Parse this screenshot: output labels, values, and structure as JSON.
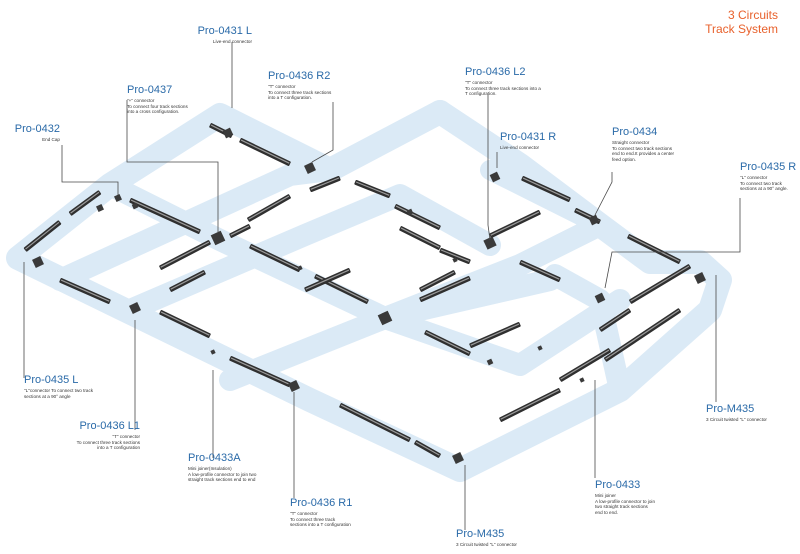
{
  "title": {
    "line1": "3 Circuits",
    "line2": "Track System"
  },
  "colors": {
    "title": "#e8612c",
    "code": "#2a6aa8",
    "band": "#dbeaf6",
    "rail": "#2f2f2f"
  },
  "labels": {
    "p0431l": {
      "code": "Pro-0431 L",
      "desc": [
        "Live-end connector"
      ]
    },
    "p0436r2": {
      "code": "Pro-0436 R2",
      "desc": [
        "\"T\" connector",
        "To connect three track sections",
        "into a T configuration."
      ]
    },
    "p0437": {
      "code": "Pro-0437",
      "desc": [
        "\"+\" connector",
        "To connect four track sections",
        "into a cross configuration."
      ]
    },
    "p0432": {
      "code": "Pro-0432",
      "desc": [
        "End Cap"
      ]
    },
    "p0436l2": {
      "code": "Pro-0436 L2",
      "desc": [
        "\"T\" connector",
        "To connect three track sections into a",
        "T configuration."
      ]
    },
    "p0431r": {
      "code": "Pro-0431 R",
      "desc": [
        "Live-end connector"
      ]
    },
    "p0434": {
      "code": "Pro-0434",
      "desc": [
        "Straight connector",
        "To connect two track sections",
        "end to end.It provides a center",
        "feed option."
      ]
    },
    "p0435r": {
      "code": "Pro-0435 R",
      "desc": [
        "\"L\" connector",
        "To connect two track",
        "sections at a 90° angle."
      ]
    },
    "p0435l": {
      "code": "Pro-0435 L",
      "desc": [
        "\"L\"connector To connect two track",
        "sections at a 90° angle"
      ]
    },
    "p0436l1": {
      "code": "Pro-0436 L1",
      "desc": [
        "\"T\" connector",
        "To connect three track sections",
        "into a T configuration"
      ]
    },
    "p0433a": {
      "code": "Pro-0433A",
      "desc": [
        "Mini joiner(Insulation)",
        "A low-profile connector to join two",
        "straight track sections end to end"
      ]
    },
    "p0436r1": {
      "code": "Pro-0436 R1",
      "desc": [
        "\"T\" connector",
        "To connect three track",
        "sections into a T configuration"
      ]
    },
    "pm435r": {
      "code": "Pro-M435",
      "desc": [
        "3 Circuit twisted \"L\" connector"
      ]
    },
    "pm435b": {
      "code": "Pro-M435",
      "desc": [
        "3 Circuit twisted \"L\" connector"
      ]
    },
    "p0433": {
      "code": "Pro-0433",
      "desc": [
        "Mini joiner",
        "A low-profile connector to join",
        "two straight track sections",
        "end to end."
      ]
    }
  }
}
